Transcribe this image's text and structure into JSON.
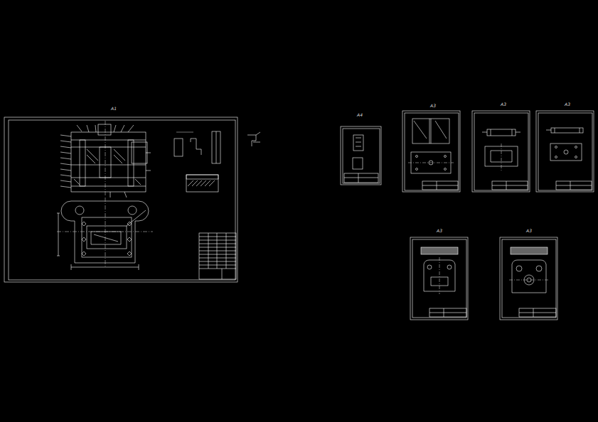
{
  "diagram": {
    "labels": [
      "A1",
      "A4",
      "A3",
      "A3",
      "A3",
      "A3",
      "A3"
    ]
  }
}
